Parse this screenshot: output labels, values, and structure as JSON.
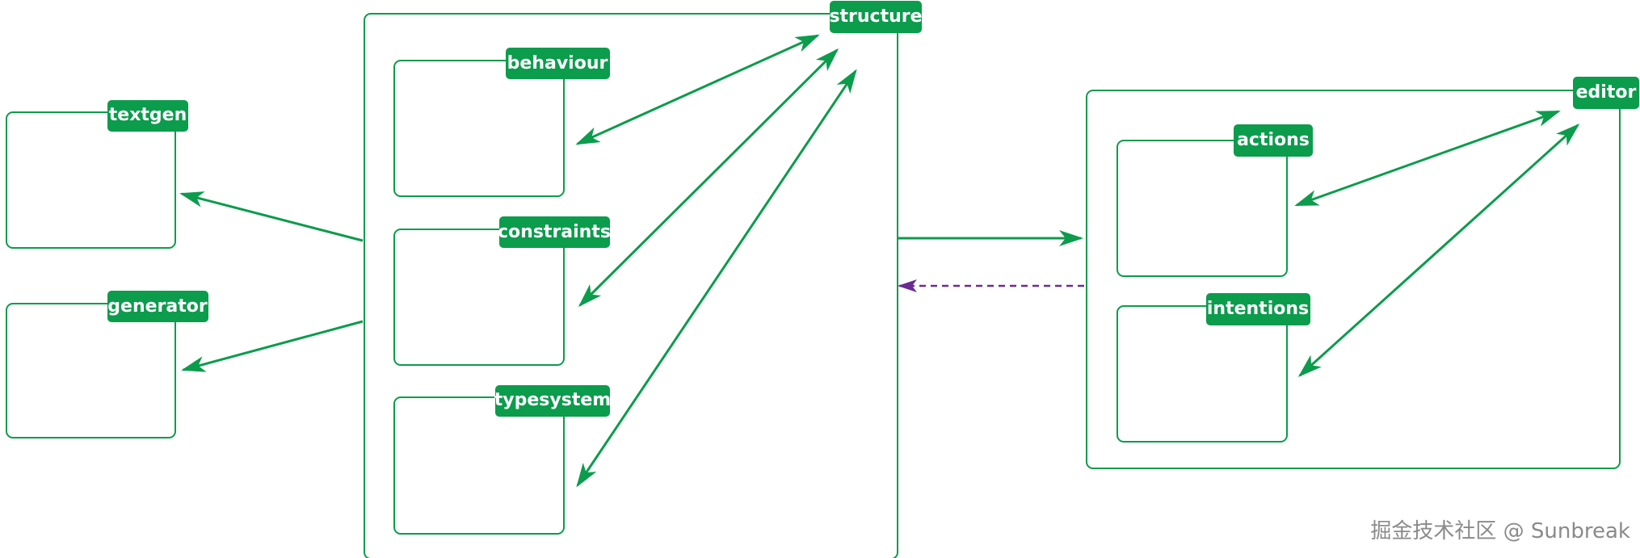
{
  "diagram": {
    "colors": {
      "accent": "#0b9c4c",
      "label_text": "#ffffff",
      "dashed_edge": "#6a2c91",
      "watermark": "#8a8a8a"
    },
    "nodes": {
      "structure": "structure",
      "behaviour": "behaviour",
      "constraints": "constraints",
      "typesystem": "typesystem",
      "textgen": "textgen",
      "generator": "generator",
      "editor": "editor",
      "actions": "actions",
      "intentions": "intentions"
    },
    "edges": [
      {
        "from": "structure",
        "to": "behaviour",
        "style": "solid",
        "direction": "both"
      },
      {
        "from": "structure",
        "to": "constraints",
        "style": "solid",
        "direction": "both"
      },
      {
        "from": "structure",
        "to": "typesystem",
        "style": "solid",
        "direction": "both"
      },
      {
        "from": "structure",
        "to": "textgen",
        "style": "solid",
        "direction": "forward"
      },
      {
        "from": "structure",
        "to": "generator",
        "style": "solid",
        "direction": "forward"
      },
      {
        "from": "structure",
        "to": "editor",
        "style": "solid",
        "direction": "forward"
      },
      {
        "from": "editor",
        "to": "structure",
        "style": "dashed",
        "direction": "forward"
      },
      {
        "from": "editor",
        "to": "actions",
        "style": "solid",
        "direction": "both"
      },
      {
        "from": "editor",
        "to": "intentions",
        "style": "solid",
        "direction": "both"
      }
    ],
    "watermark": "掘金技术社区 @ Sunbreak"
  }
}
